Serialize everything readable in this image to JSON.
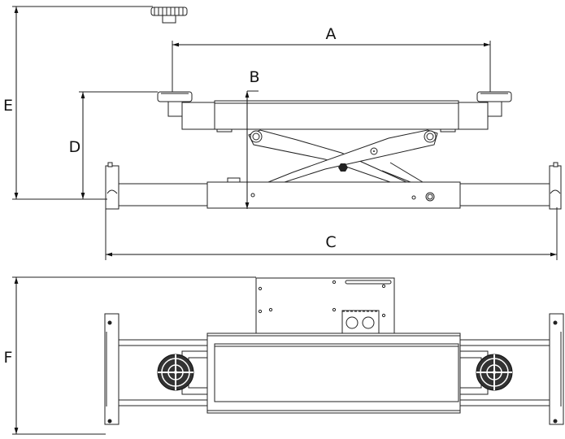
{
  "dimensions": {
    "a": "A",
    "b": "B",
    "c": "C",
    "d": "D",
    "e": "E",
    "f": "F"
  },
  "colors": {
    "line": "#222222",
    "background": "#ffffff"
  }
}
